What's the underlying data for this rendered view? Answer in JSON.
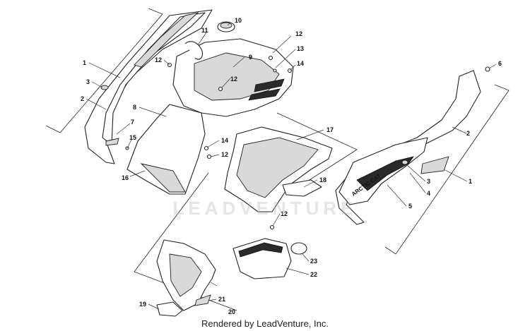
{
  "diagram": {
    "callouts": [
      "1",
      "3",
      "2",
      "7",
      "15",
      "16",
      "8",
      "11",
      "12",
      "10",
      "12",
      "13",
      "9",
      "12",
      "14",
      "12",
      "14",
      "12",
      "17",
      "18",
      "12",
      "6",
      "2",
      "3",
      "4",
      "1",
      "5",
      "23",
      "22",
      "21",
      "19",
      "20"
    ],
    "decal_text": "ARCTIC CAT"
  },
  "watermark": "LEADVENTURE",
  "footer": "Rendered by LeadVenture, Inc."
}
